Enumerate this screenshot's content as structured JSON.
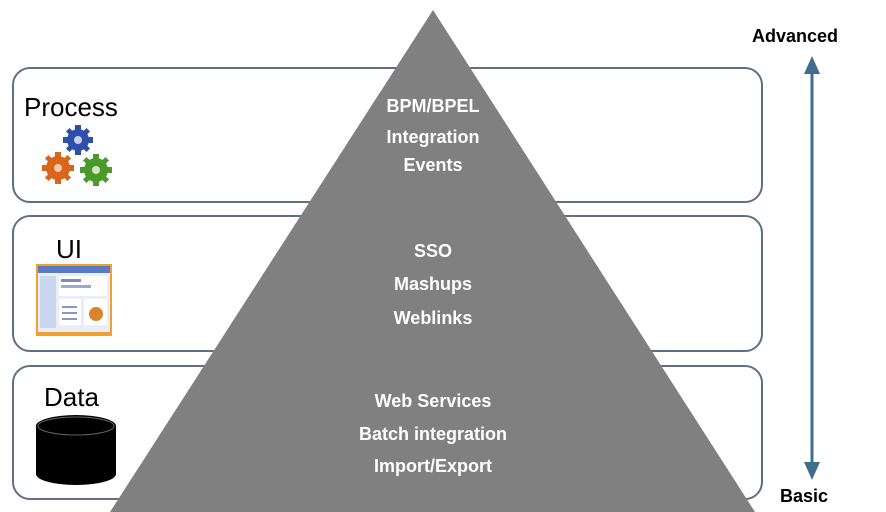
{
  "layers": [
    {
      "title": "Process",
      "icon": "gears-icon",
      "items": [
        "BPM/BPEL",
        "Integration",
        "Events"
      ]
    },
    {
      "title": "UI",
      "icon": "screenshot-icon",
      "items": [
        "SSO",
        "Mashups",
        "Weblinks"
      ]
    },
    {
      "title": "Data",
      "icon": "database-icon",
      "items": [
        "Web Services",
        "Batch integration",
        "Import/Export"
      ]
    }
  ],
  "scale": {
    "top_label": "Advanced",
    "bottom_label": "Basic"
  },
  "colors": {
    "pyramid": "#808080",
    "border": "#5e6f86",
    "arrow": "#3f6f8f"
  }
}
